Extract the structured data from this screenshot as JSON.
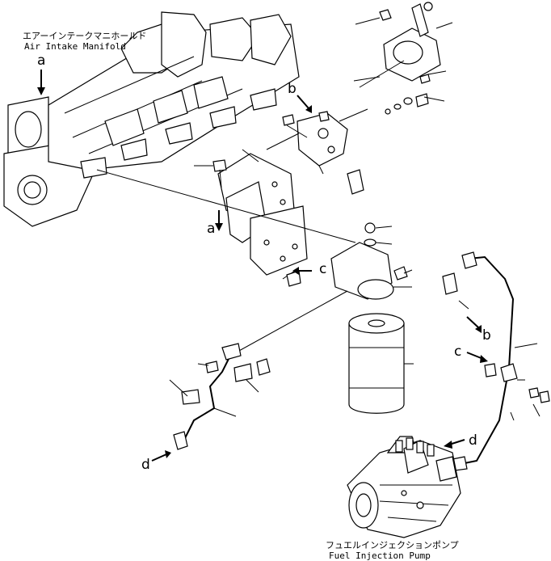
{
  "labels": {
    "air_intake_jp": "エアーインテークマニホールド",
    "air_intake_en": "Air Intake Manifold",
    "fuel_pump_jp": "フュエルインジェクションポンプ",
    "fuel_pump_en": "Fuel Injection Pump"
  },
  "reference_marks": {
    "a_top": "a",
    "a_bracket": "a",
    "b_bracket": "b",
    "b_pipe": "b",
    "c_filter": "c",
    "c_pipe": "c",
    "d_left": "d",
    "d_pump": "d"
  }
}
